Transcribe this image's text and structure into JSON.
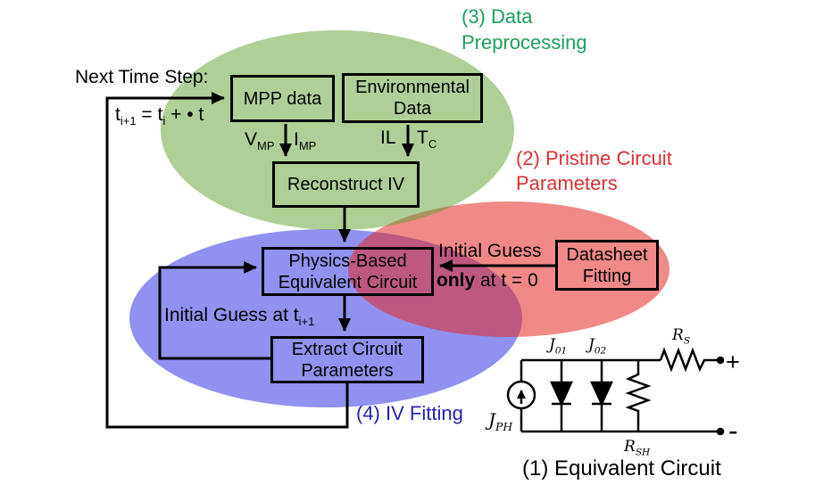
{
  "colors": {
    "green_region": "rgba(96,160,48,0.5)",
    "red_region": "rgba(226,42,38,0.55)",
    "blue_region": "rgba(36,36,226,0.5)",
    "preprocessing_label": "#1ca05a",
    "pristine_label": "#d93131",
    "iv_fitting_label": "#2323b0",
    "line_color": "#000000"
  },
  "labels": {
    "next_time_step": "Next Time Step:",
    "time_update": [
      {
        "t": "t"
      },
      {
        "t": "i+1",
        "tag": "sub"
      },
      {
        "t": " = t"
      },
      {
        "t": "i",
        "tag": "sub"
      },
      {
        "t": " + • t"
      }
    ],
    "region3_line1": "(3) Data",
    "region3_line2": "Preprocessing",
    "region2_line1": "(2) Pristine Circuit",
    "region2_line2": "Parameters",
    "region4": "(4) IV Fitting",
    "region1": "(1) Equivalent Circuit",
    "initial_guess": "Initial Guess",
    "only_at_t0": [
      {
        "t": "only",
        "tag": "b"
      },
      {
        "t": " at t = 0"
      }
    ],
    "initial_guess_next": [
      {
        "t": "Initial Guess at t"
      },
      {
        "t": "i+1",
        "tag": "sub"
      }
    ],
    "v_mp": [
      {
        "t": "V"
      },
      {
        "t": "MP",
        "tag": "sub"
      }
    ],
    "i_mp": [
      {
        "t": "I"
      },
      {
        "t": "MP",
        "tag": "sub"
      }
    ],
    "i_l": "IL",
    "t_c": [
      {
        "t": "T"
      },
      {
        "t": "C",
        "tag": "sub"
      }
    ]
  },
  "boxes": {
    "mpp": "MPP data",
    "environmental": [
      "Environmental",
      "Data"
    ],
    "reconstruct": "Reconstruct IV",
    "physics": [
      "Physics-Based",
      "Equivalent Circuit"
    ],
    "extract": [
      "Extract Circuit",
      "Parameters"
    ],
    "datasheet": [
      "Datasheet",
      "Fitting"
    ]
  },
  "circuit": {
    "j_ph": [
      {
        "t": "J"
      },
      {
        "t": "PH",
        "tag": "sub"
      }
    ],
    "j_01": [
      {
        "t": "J"
      },
      {
        "t": "01",
        "tag": "sub"
      }
    ],
    "j_02": [
      {
        "t": "J"
      },
      {
        "t": "02",
        "tag": "sub"
      }
    ],
    "r_s": [
      {
        "t": "R"
      },
      {
        "t": "S",
        "tag": "sub"
      }
    ],
    "r_sh": [
      {
        "t": "R"
      },
      {
        "t": "SH",
        "tag": "sub"
      }
    ],
    "plus": "+",
    "minus": "-"
  }
}
